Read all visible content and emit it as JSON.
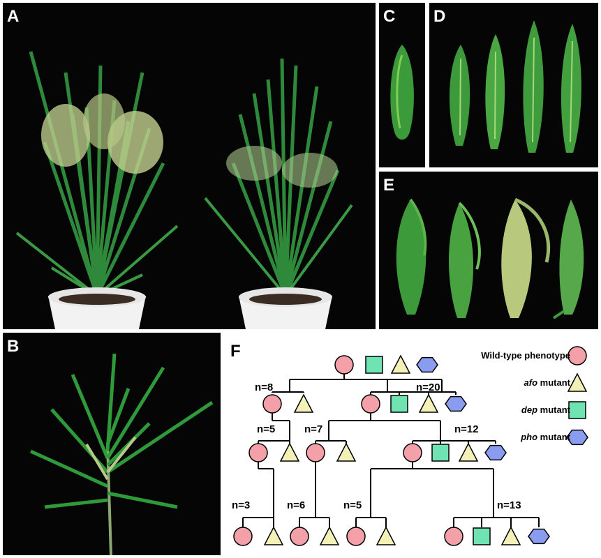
{
  "panels": {
    "a": "A",
    "b": "B",
    "c": "C",
    "d": "D",
    "e": "E",
    "f": "F"
  },
  "legend": {
    "wild_type": "Wild-type phenotype",
    "afo_name": "afo",
    "dep_name": "dep",
    "pho_name": "pho",
    "mutant_suffix": " mutant"
  },
  "pedigree": {
    "counts": [
      "n=8",
      "n=20",
      "n=5",
      "n=7",
      "n=12",
      "n=3",
      "n=6",
      "n=5",
      "n=13"
    ]
  },
  "colors": {
    "circle": "#f4a0a8",
    "triangle": "#f3f0b8",
    "square": "#6fe3b2",
    "hexagon": "#8a9cf0",
    "background": "#050505"
  }
}
